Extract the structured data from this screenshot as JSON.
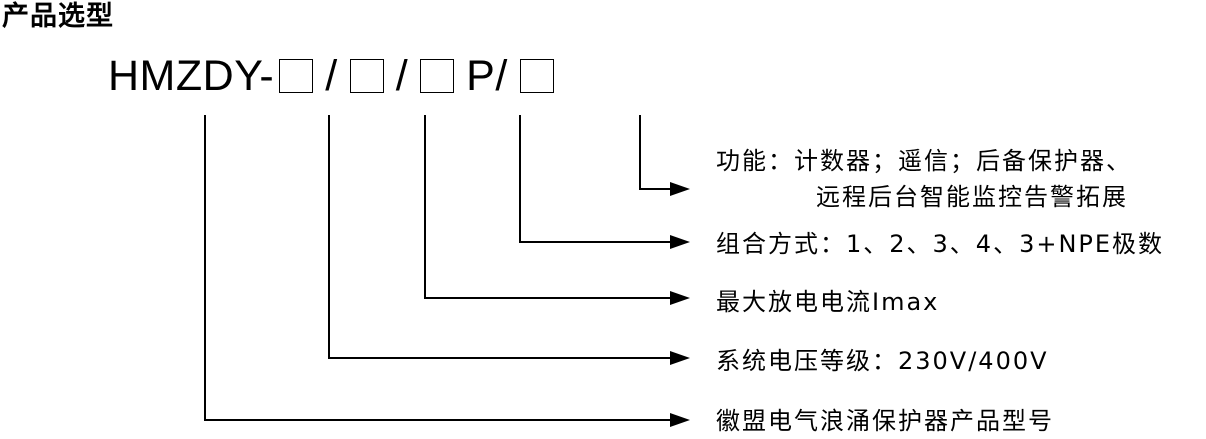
{
  "title": "产品选型",
  "model": {
    "prefix": "HMZDY-",
    "slash": "/",
    "p_slash": "P/"
  },
  "labels": {
    "function_line1": "功能：计数器；遥信；后备保护器、",
    "function_line2": "远程后台智能监控告警拓展",
    "combination": "组合方式：1、2、3、4、3+NPE极数",
    "imax": "最大放电电流Imax",
    "voltage": "系统电压等级：230V/400V",
    "product_model": "徽盟电气浪涌保护器产品型号"
  }
}
